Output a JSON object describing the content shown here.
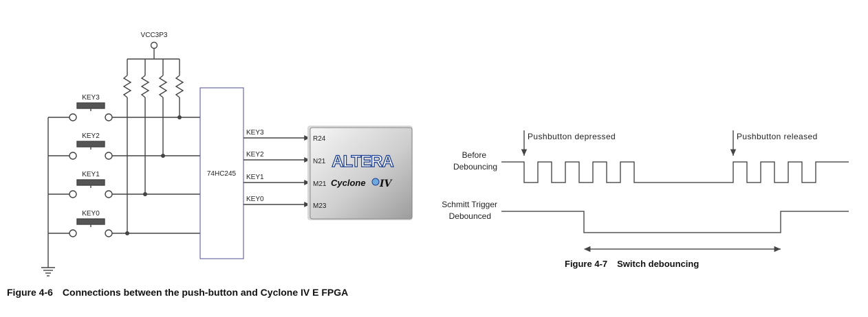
{
  "schematic": {
    "power_label": "VCC3P3",
    "buffer_label": "74HC245",
    "keys": [
      {
        "name": "KEY3",
        "pin": "R24"
      },
      {
        "name": "KEY2",
        "pin": "N21"
      },
      {
        "name": "KEY1",
        "pin": "M21"
      },
      {
        "name": "KEY0",
        "pin": "M23"
      }
    ],
    "chip": {
      "brand": "ALTERA",
      "family": "Cyclone",
      "family_suffix": "IV"
    }
  },
  "debounce": {
    "label_depressed": "Pushbutton depressed",
    "label_released": "Pushbutton released",
    "before_line1": "Before",
    "before_line2": "Debouncing",
    "schmitt_line1": "Schmitt Trigger",
    "schmitt_line2": "Debounced"
  },
  "captions": {
    "fig46_num": "Figure 4-6",
    "fig46_text": "Connections between the push-button and Cyclone IV E FPGA",
    "fig47_num": "Figure 4-7",
    "fig47_text": "Switch debouncing"
  },
  "colors": {
    "wire": "#444444",
    "buffer_border": "#6a6aa8",
    "chip_light": "#f4f4f4",
    "chip_dark": "#a8a8a8",
    "logo_blue": "#1f3f8f"
  }
}
